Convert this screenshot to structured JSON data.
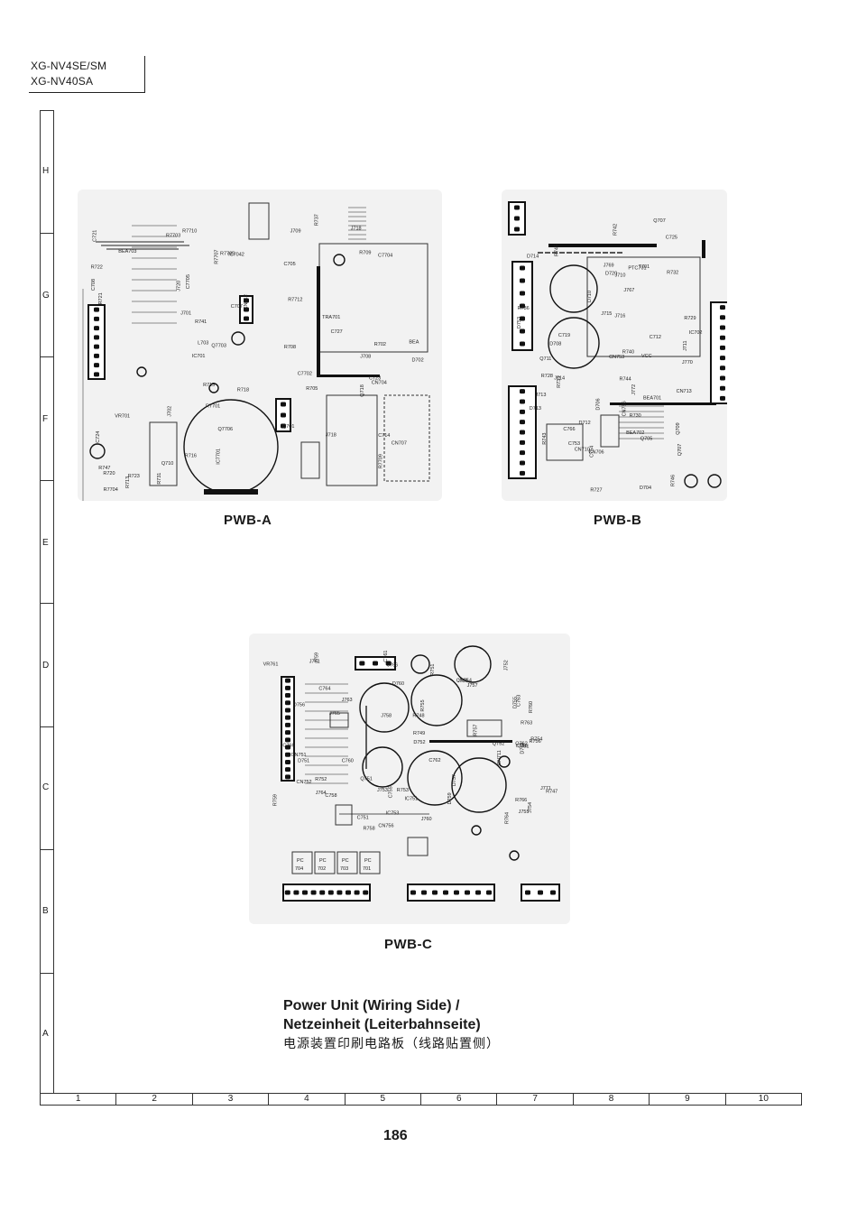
{
  "header": {
    "model_line_1": "XG-NV4SE/SM",
    "model_line_2": "XG-NV40SA"
  },
  "row_labels": [
    "H",
    "G",
    "F",
    "E",
    "D",
    "C",
    "B",
    "A"
  ],
  "column_labels": [
    "1",
    "2",
    "3",
    "4",
    "5",
    "6",
    "7",
    "8",
    "9",
    "10"
  ],
  "boards": {
    "pwb_a": {
      "label": "PWB-A",
      "parts": [
        "R7709",
        "IC7701",
        "Q7703",
        "R7703",
        "R7705",
        "R7710",
        "C7705",
        "C7704",
        "IC7042",
        "R7701",
        "BEA703",
        "R7704",
        "C7702",
        "J701",
        "Q7706",
        "R7707",
        "R737",
        "J718",
        "C714",
        "R708",
        "J720",
        "R715",
        "Q710",
        "IC701",
        "R720",
        "J708",
        "VR701",
        "R731",
        "R705",
        "R709",
        "R713",
        "BEA",
        "J718",
        "R722",
        "C708",
        "J702",
        "R723",
        "R721",
        "C707",
        "TRA701",
        "R716",
        "C705",
        "C724",
        "C721",
        "D702",
        "L703",
        "CN712",
        "C723",
        "CN704",
        "CN707",
        "R718",
        "R702",
        "Q701",
        "R747",
        "R7712",
        "C727",
        "Q718",
        "R741",
        "J709"
      ]
    },
    "pwb_b": {
      "label": "PWB-B",
      "parts": [
        "R746",
        "R744",
        "D714",
        "C725",
        "R743",
        "CN756",
        "D720",
        "C766",
        "D712",
        "R728",
        "D713",
        "R740",
        "D753",
        "Q707",
        "J710",
        "R727",
        "J711",
        "J769",
        "CN753",
        "C754",
        "J772",
        "J767",
        "T701",
        "C753",
        "J770",
        "Q709",
        "D704",
        "VCC",
        "CN710",
        "R736",
        "D708",
        "R733",
        "PTC701",
        "BEA701",
        "R729",
        "Q705",
        "D710",
        "J716",
        "J715",
        "R730",
        "CN706",
        "R745",
        "R742",
        "Q707",
        "C719",
        "D706",
        "R732",
        "C712",
        "BEA702",
        "CN713",
        "IC702",
        "J714",
        "Q711",
        "J713"
      ]
    },
    "pwb_c": {
      "label": "PWB-C",
      "parts": [
        "CN752",
        "IC753",
        "R747",
        "C758",
        "R748",
        "C751",
        "R759",
        "CN751",
        "J751",
        "J752",
        "J753",
        "J754",
        "J755",
        "J756",
        "J757",
        "J758",
        "J759",
        "R753",
        "D759",
        "R752",
        "C755",
        "C756",
        "C763",
        "D754",
        "Q751",
        "R751",
        "D756",
        "C760",
        "R749",
        "J763",
        "R754",
        "R756",
        "D757",
        "C762",
        "C766",
        "J760",
        "D760",
        "J764",
        "J761",
        "Q752",
        "D752",
        "R757",
        "R766",
        "R758",
        "R755",
        "R760",
        "R763",
        "R764",
        "J765",
        "C761",
        "Q762",
        "VR761",
        "C764",
        "D755",
        "IC751",
        "J766",
        "D751",
        "J771",
        "CN756",
        "CN711",
        "CN754"
      ],
      "pc_labels": [
        "PC 704",
        "PC 702",
        "PC 703",
        "PC 701"
      ]
    }
  },
  "caption": {
    "line1": "Power Unit (Wiring Side) /",
    "line2": "Netzeinheit (Leiterbahnseite)",
    "line3": "电源装置印刷电路板（线路贴置侧）"
  },
  "page_number": "186"
}
